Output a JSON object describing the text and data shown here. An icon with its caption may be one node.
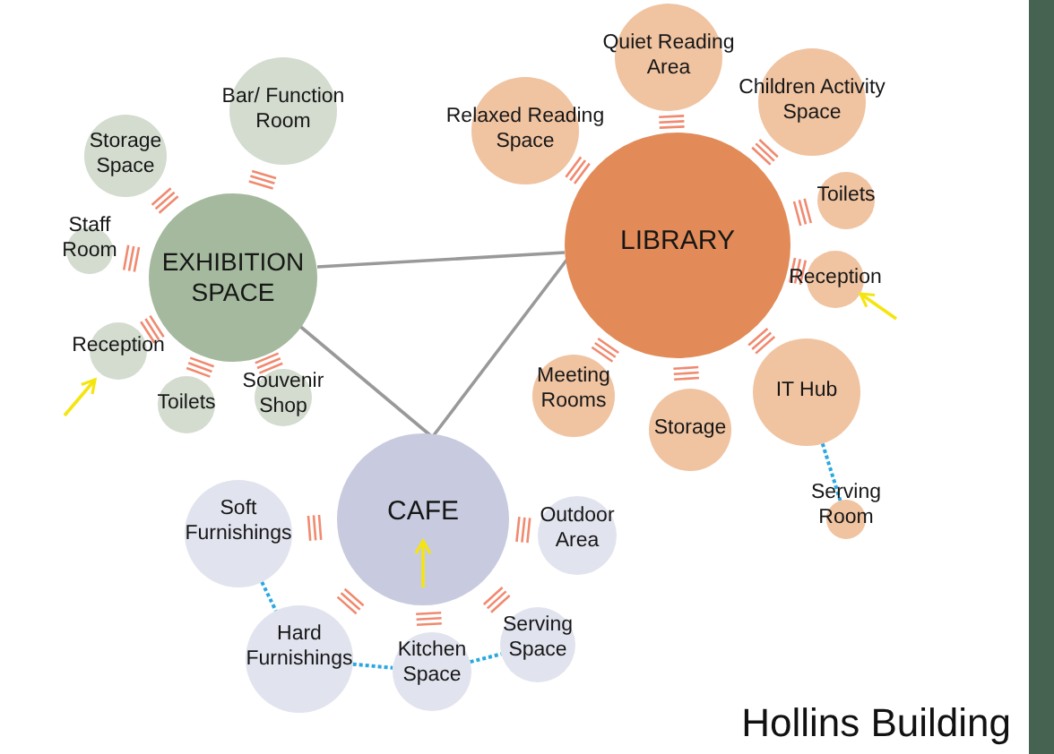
{
  "diagram": {
    "title": "Hollins Building",
    "nodes": [
      {
        "text": [
          "EXHIBITION SPACE"
        ]
      },
      {
        "text": [
          "Bar/ Function Room"
        ]
      },
      {
        "text": [
          "Storage Space"
        ]
      },
      {
        "text": [
          "Staff Room"
        ]
      },
      {
        "text": [
          "Reception"
        ]
      },
      {
        "text": [
          "Toilets"
        ]
      },
      {
        "text": [
          "Souvenir Shop"
        ]
      },
      {
        "text": [
          "LIBRARY"
        ]
      },
      {
        "text": [
          "Relaxed Reading Space"
        ]
      },
      {
        "text": [
          "Quiet Reading Area"
        ]
      },
      {
        "text": [
          "Children Activity Space"
        ]
      },
      {
        "text": [
          "Toilets"
        ]
      },
      {
        "text": [
          "Reception"
        ]
      },
      {
        "text": [
          "IT Hub"
        ]
      },
      {
        "text": [
          "Storage"
        ]
      },
      {
        "text": [
          "Meeting Rooms"
        ]
      },
      {
        "text": [
          "Serving Room"
        ]
      },
      {
        "text": [
          "CAFE"
        ]
      },
      {
        "text": [
          "Soft Furnishings"
        ]
      },
      {
        "text": [
          "Outdoor Area"
        ]
      },
      {
        "text": [
          "Hard Furnishings"
        ]
      },
      {
        "text": [
          "Kitchen Space"
        ]
      },
      {
        "text": [
          "Serving Space"
        ]
      },
      {
        "text": [],
        "shape": "bar"
      }
    ],
    "edges": [
      {
        "from": 0,
        "to": 7,
        "arrow": "none",
        "color": "#999999"
      },
      {
        "from": 0,
        "to": 17,
        "arrow": "none",
        "color": "#999999"
      },
      {
        "from": 7,
        "to": 17,
        "arrow": "none",
        "color": "#999999"
      },
      {
        "from": 0,
        "to": 1,
        "arrow": "none"
      },
      {
        "from": 0,
        "to": 2,
        "arrow": "none"
      },
      {
        "from": 0,
        "to": 3,
        "arrow": "none"
      },
      {
        "from": 0,
        "to": 4,
        "arrow": "none"
      },
      {
        "from": 0,
        "to": 5,
        "arrow": "none"
      },
      {
        "from": 0,
        "to": 6,
        "arrow": "none"
      },
      {
        "from": 7,
        "to": 8,
        "arrow": "none"
      },
      {
        "from": 7,
        "to": 9,
        "arrow": "none"
      },
      {
        "from": 7,
        "to": 10,
        "arrow": "none"
      },
      {
        "from": 7,
        "to": 11,
        "arrow": "none"
      },
      {
        "from": 7,
        "to": 12,
        "arrow": "none"
      },
      {
        "from": 7,
        "to": 13,
        "arrow": "none"
      },
      {
        "from": 7,
        "to": 14,
        "arrow": "none"
      },
      {
        "from": 7,
        "to": 15,
        "arrow": "none"
      },
      {
        "from": 17,
        "to": 18,
        "arrow": "none"
      },
      {
        "from": 17,
        "to": 19,
        "arrow": "none"
      },
      {
        "from": 17,
        "to": 20,
        "arrow": "none"
      },
      {
        "from": 17,
        "to": 21,
        "arrow": "none"
      },
      {
        "from": 17,
        "to": 22,
        "arrow": "none"
      },
      {
        "from": 18,
        "to": 20,
        "arrow": "none",
        "style": "dashed",
        "color": "#29a8e0"
      },
      {
        "from": 20,
        "to": 21,
        "arrow": "none",
        "style": "dashed",
        "color": "#29a8e0"
      },
      {
        "from": 21,
        "to": 22,
        "arrow": "none",
        "style": "dashed",
        "color": "#29a8e0"
      },
      {
        "from": 13,
        "to": 16,
        "arrow": "none",
        "style": "dashed",
        "color": "#29a8e0"
      },
      {
        "from": null,
        "to": 4,
        "arrow": "to",
        "color": "#f5e50f"
      },
      {
        "from": null,
        "to": 12,
        "arrow": "to",
        "color": "#f5e50f"
      },
      {
        "from": null,
        "to": 17,
        "arrow": "to",
        "color": "#f5e50f"
      }
    ]
  }
}
